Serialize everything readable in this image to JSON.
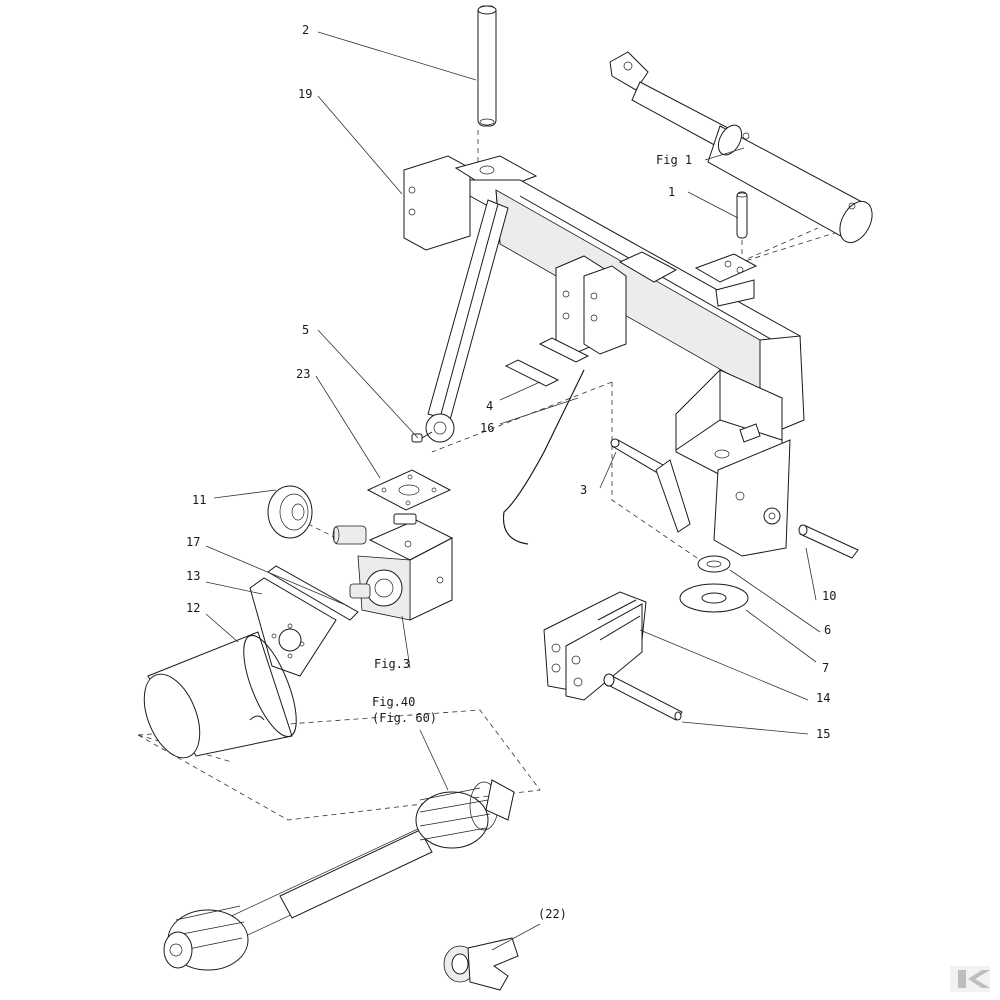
{
  "labels": {
    "l1": "1",
    "l2": "2",
    "l3": "3",
    "l4": "4",
    "l5": "5",
    "l6": "6",
    "l7": "7",
    "l10": "10",
    "l11": "11",
    "l12": "12",
    "l13": "13",
    "l14": "14",
    "l15": "15",
    "l16": "16",
    "l17": "17",
    "l19": "19",
    "l22": "(22)",
    "l23": "23",
    "fig1": "Fig 1",
    "fig3": "Fig.3",
    "fig40": "Fig.40",
    "fig60": "(Fig. 60)"
  },
  "logo": {
    "text": "K"
  }
}
